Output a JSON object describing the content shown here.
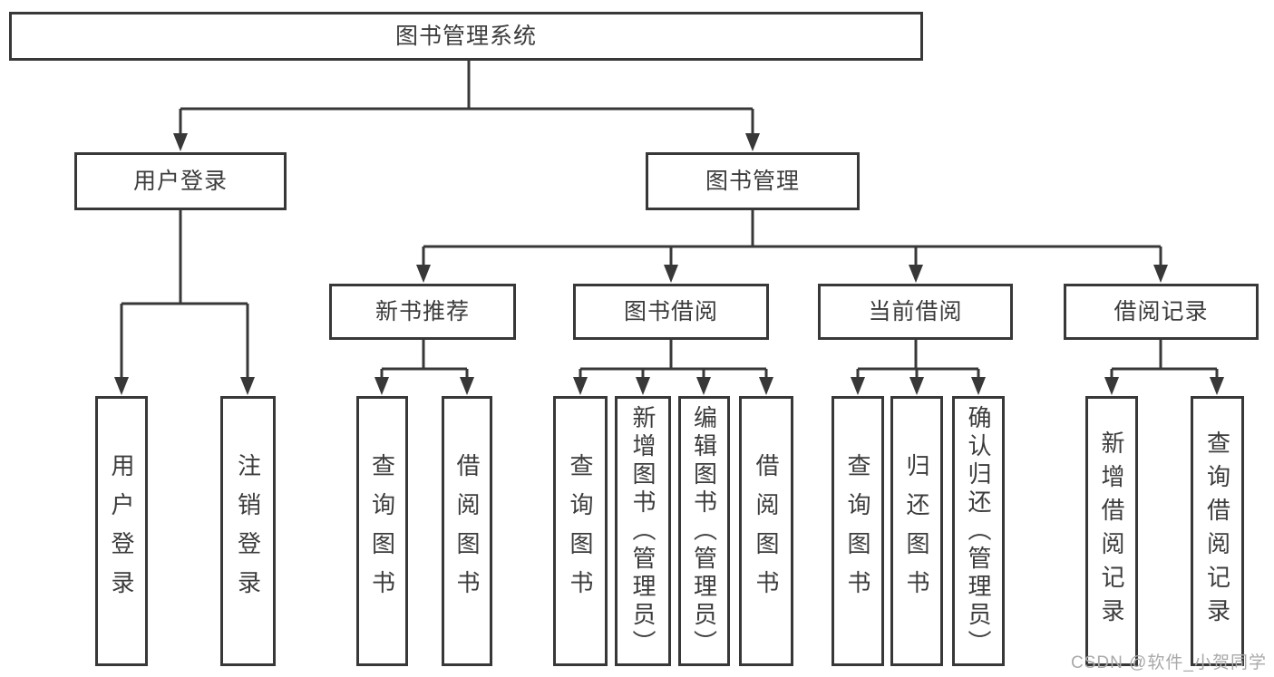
{
  "tree": {
    "label": "图书管理系统",
    "children": [
      {
        "label": "用户登录",
        "children": [
          {
            "label": "用户登录"
          },
          {
            "label": "注销登录"
          }
        ]
      },
      {
        "label": "图书管理",
        "children": [
          {
            "label": "新书推荐",
            "children": [
              {
                "label": "查询图书"
              },
              {
                "label": "借阅图书"
              }
            ]
          },
          {
            "label": "图书借阅",
            "children": [
              {
                "label": "查询图书"
              },
              {
                "label": "新增图书（管理员）"
              },
              {
                "label": "编辑图书（管理员）"
              },
              {
                "label": "借阅图书"
              }
            ]
          },
          {
            "label": "当前借阅",
            "children": [
              {
                "label": "查询图书"
              },
              {
                "label": "归还图书"
              },
              {
                "label": "确认归还（管理员）"
              }
            ]
          },
          {
            "label": "借阅记录",
            "children": [
              {
                "label": "新增借阅记录"
              },
              {
                "label": "查询借阅记录"
              }
            ]
          }
        ]
      }
    ]
  },
  "watermark": "CSDN @软件_小贺同学",
  "colors": {
    "line": "#383838",
    "text": "#3c3c3c",
    "background": "#ffffff",
    "watermark": "#a9a9a9"
  }
}
